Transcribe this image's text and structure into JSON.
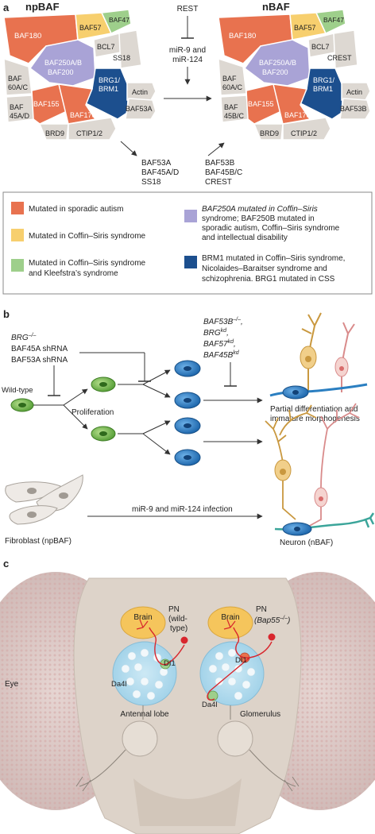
{
  "colors": {
    "orange": "#e8724f",
    "yellow": "#f7cf6e",
    "green": "#9ecf8b",
    "purple": "#a9a3d6",
    "blue": "#1c4f8e",
    "grey": "#ddd8d2",
    "neuron_blue": "#2b7fc1",
    "cell_green": "#6fb24a",
    "brain": "#f5c55c",
    "red": "#d8262d"
  },
  "panel_a": {
    "letter": "a",
    "np_title": "npBAF",
    "n_title": "nBAF",
    "np_subunits": {
      "baf180": "BAF180",
      "baf57": "BAF57",
      "baf47": "BAF47",
      "baf250": [
        "BAF250A/B",
        "BAF200"
      ],
      "bcl7": "BCL7",
      "ss18": "SS18",
      "baf60": [
        "BAF",
        "60A/C"
      ],
      "brg1": [
        "BRG1/",
        "BRM1"
      ],
      "actin": "Actin",
      "baf45": [
        "BAF",
        "45A/D"
      ],
      "baf155": "BAF155",
      "baf170": "BAF170",
      "baf53": "BAF53A",
      "brd9": "BRD9",
      "ctip": "CTIP1/2"
    },
    "n_subunits": {
      "baf180": "BAF180",
      "baf57": "BAF57",
      "baf47": "BAF47",
      "baf250": [
        "BAF250A/B",
        "BAF200"
      ],
      "bcl7": "BCL7",
      "crest": "CREST",
      "baf60": [
        "BAF",
        "60A/C"
      ],
      "brg1": [
        "BRG1/",
        "BRM1"
      ],
      "actin": "Actin",
      "baf45": [
        "BAF",
        "45B/C"
      ],
      "baf155": "BAF155",
      "baf170": "BAF170",
      "baf53": "BAF53B",
      "brd9": "BRD9",
      "ctip": "CTIP1/2"
    },
    "rest": "REST",
    "mir": [
      "miR-9 and",
      "miR-124"
    ],
    "np_lost": [
      "BAF53A",
      "BAF45A/D",
      "SS18"
    ],
    "n_gained": [
      "BAF53B",
      "BAF45B/C",
      "CREST"
    ],
    "legend": [
      {
        "key": "orange",
        "lines": [
          "Mutated in sporadic autism"
        ]
      },
      {
        "key": "yellow",
        "lines": [
          "Mutated in Coffin–Siris syndrome"
        ]
      },
      {
        "key": "green",
        "lines": [
          "Mutated in Coffin–Siris syndrome",
          "and Kleefstra’s syndrome"
        ]
      },
      {
        "key": "purple",
        "lines": [
          "BAF250A mutated in Coffin–Siris",
          "syndrome; BAF250B mutated in",
          "sporadic autism, Coffin–Siris syndrome",
          "and intellectual disability"
        ]
      },
      {
        "key": "blue",
        "lines": [
          "BRM1 mutated in Coffin–Siris syndrome,",
          "Nicolaides–Baraitser syndrome and",
          "schizophrenia. BRG1 mutated in CSS"
        ]
      }
    ]
  },
  "panel_b": {
    "letter": "b",
    "inhibitors": [
      "BRG",
      "BAF45A shRNA",
      "BAF53A shRNA"
    ],
    "brg_sup": "–/–",
    "late_inhibitors": [
      {
        "base": "BAF53B",
        "sup": "–/–",
        "suffix": ","
      },
      {
        "base": "BRG",
        "sup": "kd",
        "suffix": ","
      },
      {
        "base": "BAF57",
        "sup": "kd",
        "suffix": ","
      },
      {
        "base": "BAF45B",
        "sup": "kd",
        "suffix": ""
      }
    ],
    "wild_type": "Wild-type",
    "proliferation": "Proliferation",
    "partial": [
      "Partial differentiation and",
      "immature morphogenesis"
    ],
    "fibroblast": "Fibroblast (npBAF)",
    "infection": "miR-9 and miR-124 infection",
    "neuron": "Neuron (nBAF)"
  },
  "panel_c": {
    "letter": "c",
    "eye": "Eye",
    "brain": "Brain",
    "pn_wt": [
      "PN",
      "(wild-",
      "type)"
    ],
    "pn_mut_top": "PN",
    "pn_mut_gene": "Bap55",
    "pn_mut_sup": "–/–",
    "dl1": "DI1",
    "da4l": "Da4l",
    "antennal_lobe": "Antennal lobe",
    "glomerulus": "Glomerulus"
  }
}
